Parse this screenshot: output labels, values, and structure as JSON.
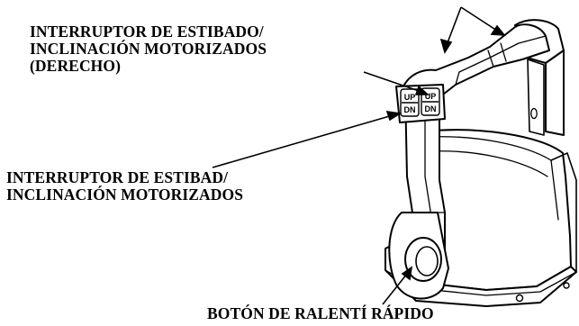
{
  "labels": {
    "power_trim_switch_right": {
      "lines": [
        "INTERRUPTOR DE ESTIBADO/",
        "INCLINACIÓN MOTORIZADOS",
        "(DERECHO)"
      ]
    },
    "power_trim_switch": {
      "lines": [
        "INTERRUPTOR DE ESTIBAD/",
        "INCLINACIÓN MOTORIZADOS"
      ]
    },
    "fast_idle_button": "BOTÓN DE RALENTÍ RÁPIDO"
  },
  "switch_text": {
    "up": "UP",
    "dn": "DN"
  },
  "colors": {
    "ink": "#000000",
    "paper": "#ffffff"
  }
}
